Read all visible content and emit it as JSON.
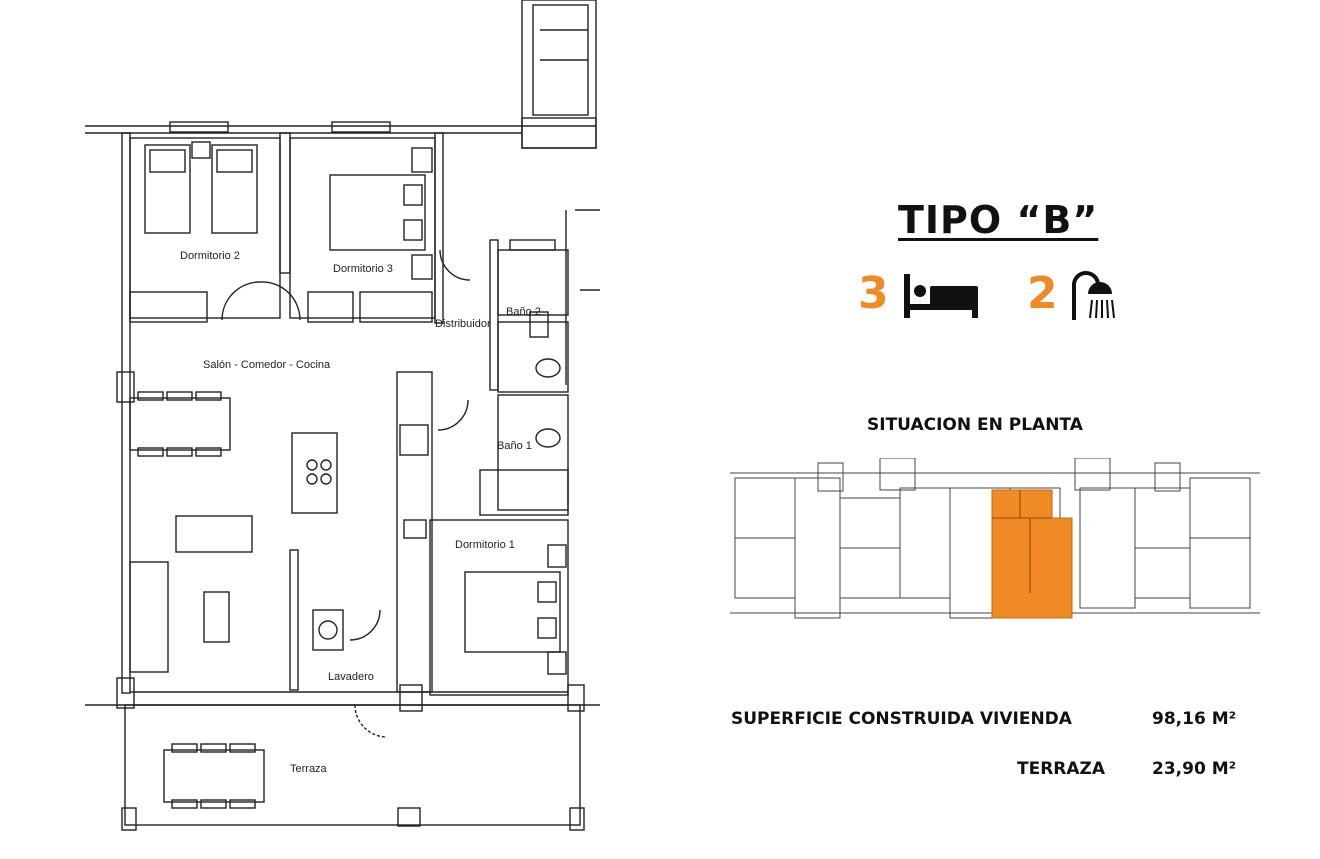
{
  "floor_plan": {
    "rooms": {
      "dormitorio_2": "Dormitorio 2",
      "dormitorio_3": "Dormitorio 3",
      "distribuidor": "Distribuidor",
      "bano_2": "Baño 2",
      "salon": "Salón - Comedor - Cocina",
      "bano_1": "Baño 1",
      "dormitorio_1": "Dormitorio 1",
      "lavadero": "Lavadero",
      "terraza": "Terraza"
    }
  },
  "info": {
    "title": "TIPO “B”",
    "bedrooms": {
      "count": "3",
      "icon": "bed-icon"
    },
    "bathrooms": {
      "count": "2",
      "icon": "shower-icon"
    },
    "location_heading": "SITUACION EN PLANTA",
    "surface_label": "SUPERFICIE CONSTRUIDA VIVIENDA",
    "surface_value": "98,16 M²",
    "terrace_label": "TERRAZA",
    "terrace_value": "23,90 M²"
  },
  "colors": {
    "accent": "#f08a24",
    "walls": "#222222"
  }
}
